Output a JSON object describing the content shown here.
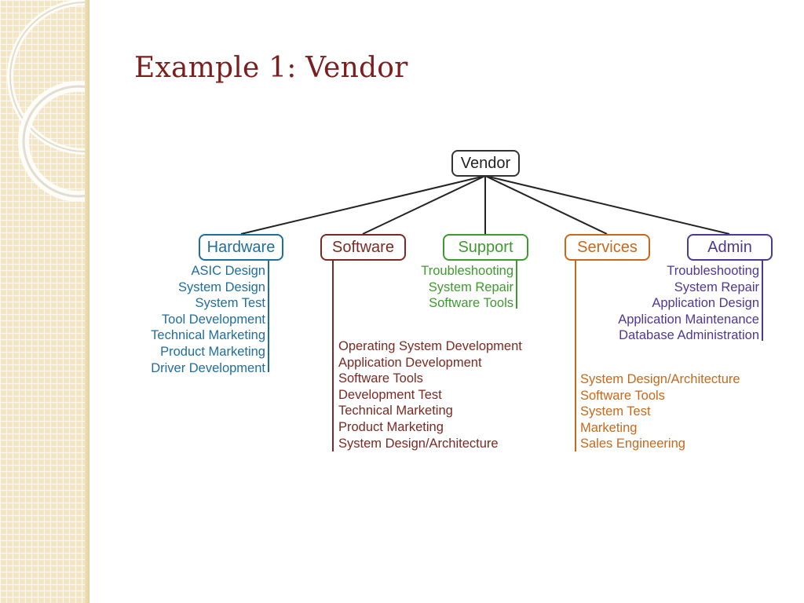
{
  "slide": {
    "title": "Example 1: Vendor"
  },
  "diagram": {
    "root": "Vendor",
    "colors": {
      "root": "#333333",
      "hardware": "#1f6e9c",
      "software": "#7a2a22",
      "support": "#3e9a2f",
      "services": "#c8681b",
      "admin": "#4e3895",
      "connector": "#222222"
    },
    "branches": [
      {
        "name": "Hardware",
        "items": [
          "ASIC Design",
          "System Design",
          "System Test",
          "Tool Development",
          "Technical Marketing",
          "Product Marketing",
          "Driver Development"
        ]
      },
      {
        "name": "Software",
        "items": [
          "Operating System Development",
          "Application Development",
          "Software Tools",
          "Development Test",
          "Technical Marketing",
          "Product Marketing",
          "System Design/Architecture"
        ]
      },
      {
        "name": "Support",
        "items": [
          "Troubleshooting",
          "System Repair",
          "Software Tools"
        ]
      },
      {
        "name": "Services",
        "items": [
          "System Design/Architecture",
          "Software Tools",
          "System Test",
          "Marketing",
          "Sales Engineering"
        ]
      },
      {
        "name": "Admin",
        "items": [
          "Troubleshooting",
          "System Repair",
          "Application Design",
          "Application Maintenance",
          "Database Administration"
        ]
      }
    ]
  }
}
